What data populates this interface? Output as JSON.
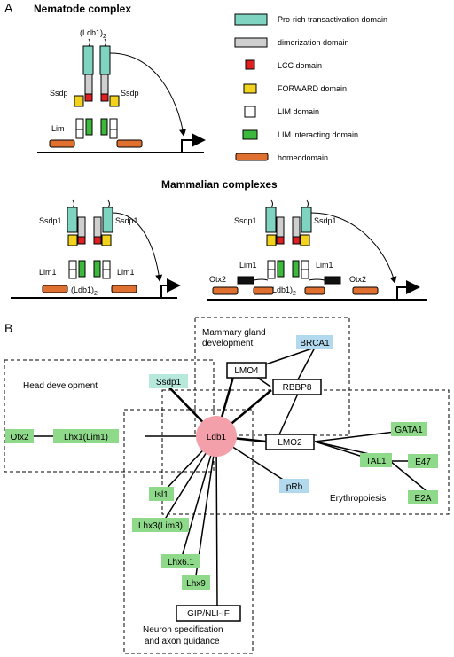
{
  "panel_a": {
    "label": "A",
    "nematode_title": "Nematode complex",
    "mammalian_title": "Mammalian complexes",
    "ldb1_dimer": "(Ldb1)",
    "subscript_2": "2",
    "ssdp": "Ssdp",
    "lim": "Lim",
    "ssdp1": "Ssdp1",
    "lim1": "Lim1",
    "otx2": "Otx2"
  },
  "legend": [
    {
      "label": "Pro-rich transactivation domain",
      "color": "#7fd4c1"
    },
    {
      "label": "dimerization domain",
      "color": "#cfcfcf"
    },
    {
      "label": "LCC domain",
      "color": "#e02020"
    },
    {
      "label": "FORWARD domain",
      "color": "#f2d21c"
    },
    {
      "label": "LIM domain",
      "color": "#ffffff"
    },
    {
      "label": "LIM interacting domain",
      "color": "#3cb83c"
    },
    {
      "label": "homeodomain",
      "color": "#e07030"
    }
  ],
  "panel_b": {
    "label": "B",
    "regions": {
      "mammary": "Mammary gland\ndevelopment",
      "head": "Head development",
      "erythro": "Erythropoiesis",
      "neuron": "Neuron specification\nand axon guidance"
    },
    "nodes": {
      "ldb1": "Ldb1",
      "brca1": "BRCA1",
      "lmo4": "LMO4",
      "rbbp8": "RBBP8",
      "ssdp1": "Ssdp1",
      "otx2": "Otx2",
      "lhx1": "Lhx1(Lim1)",
      "lmo2": "LMO2",
      "gata1": "GATA1",
      "tal1": "TAL1",
      "e47": "E47",
      "e2a": "E2A",
      "prb": "pRb",
      "isl1": "Isl1",
      "lhx3": "Lhx3(Lim3)",
      "lhx61": "Lhx6.1",
      "lhx9": "Lhx9",
      "gip": "GIP/NLI-IF"
    }
  },
  "colors": {
    "green_node": "#8fd98a",
    "blue_node": "#b3d9ef",
    "cyan_node": "#b6e8dc",
    "ldb1_node": "#f4a0aa"
  }
}
